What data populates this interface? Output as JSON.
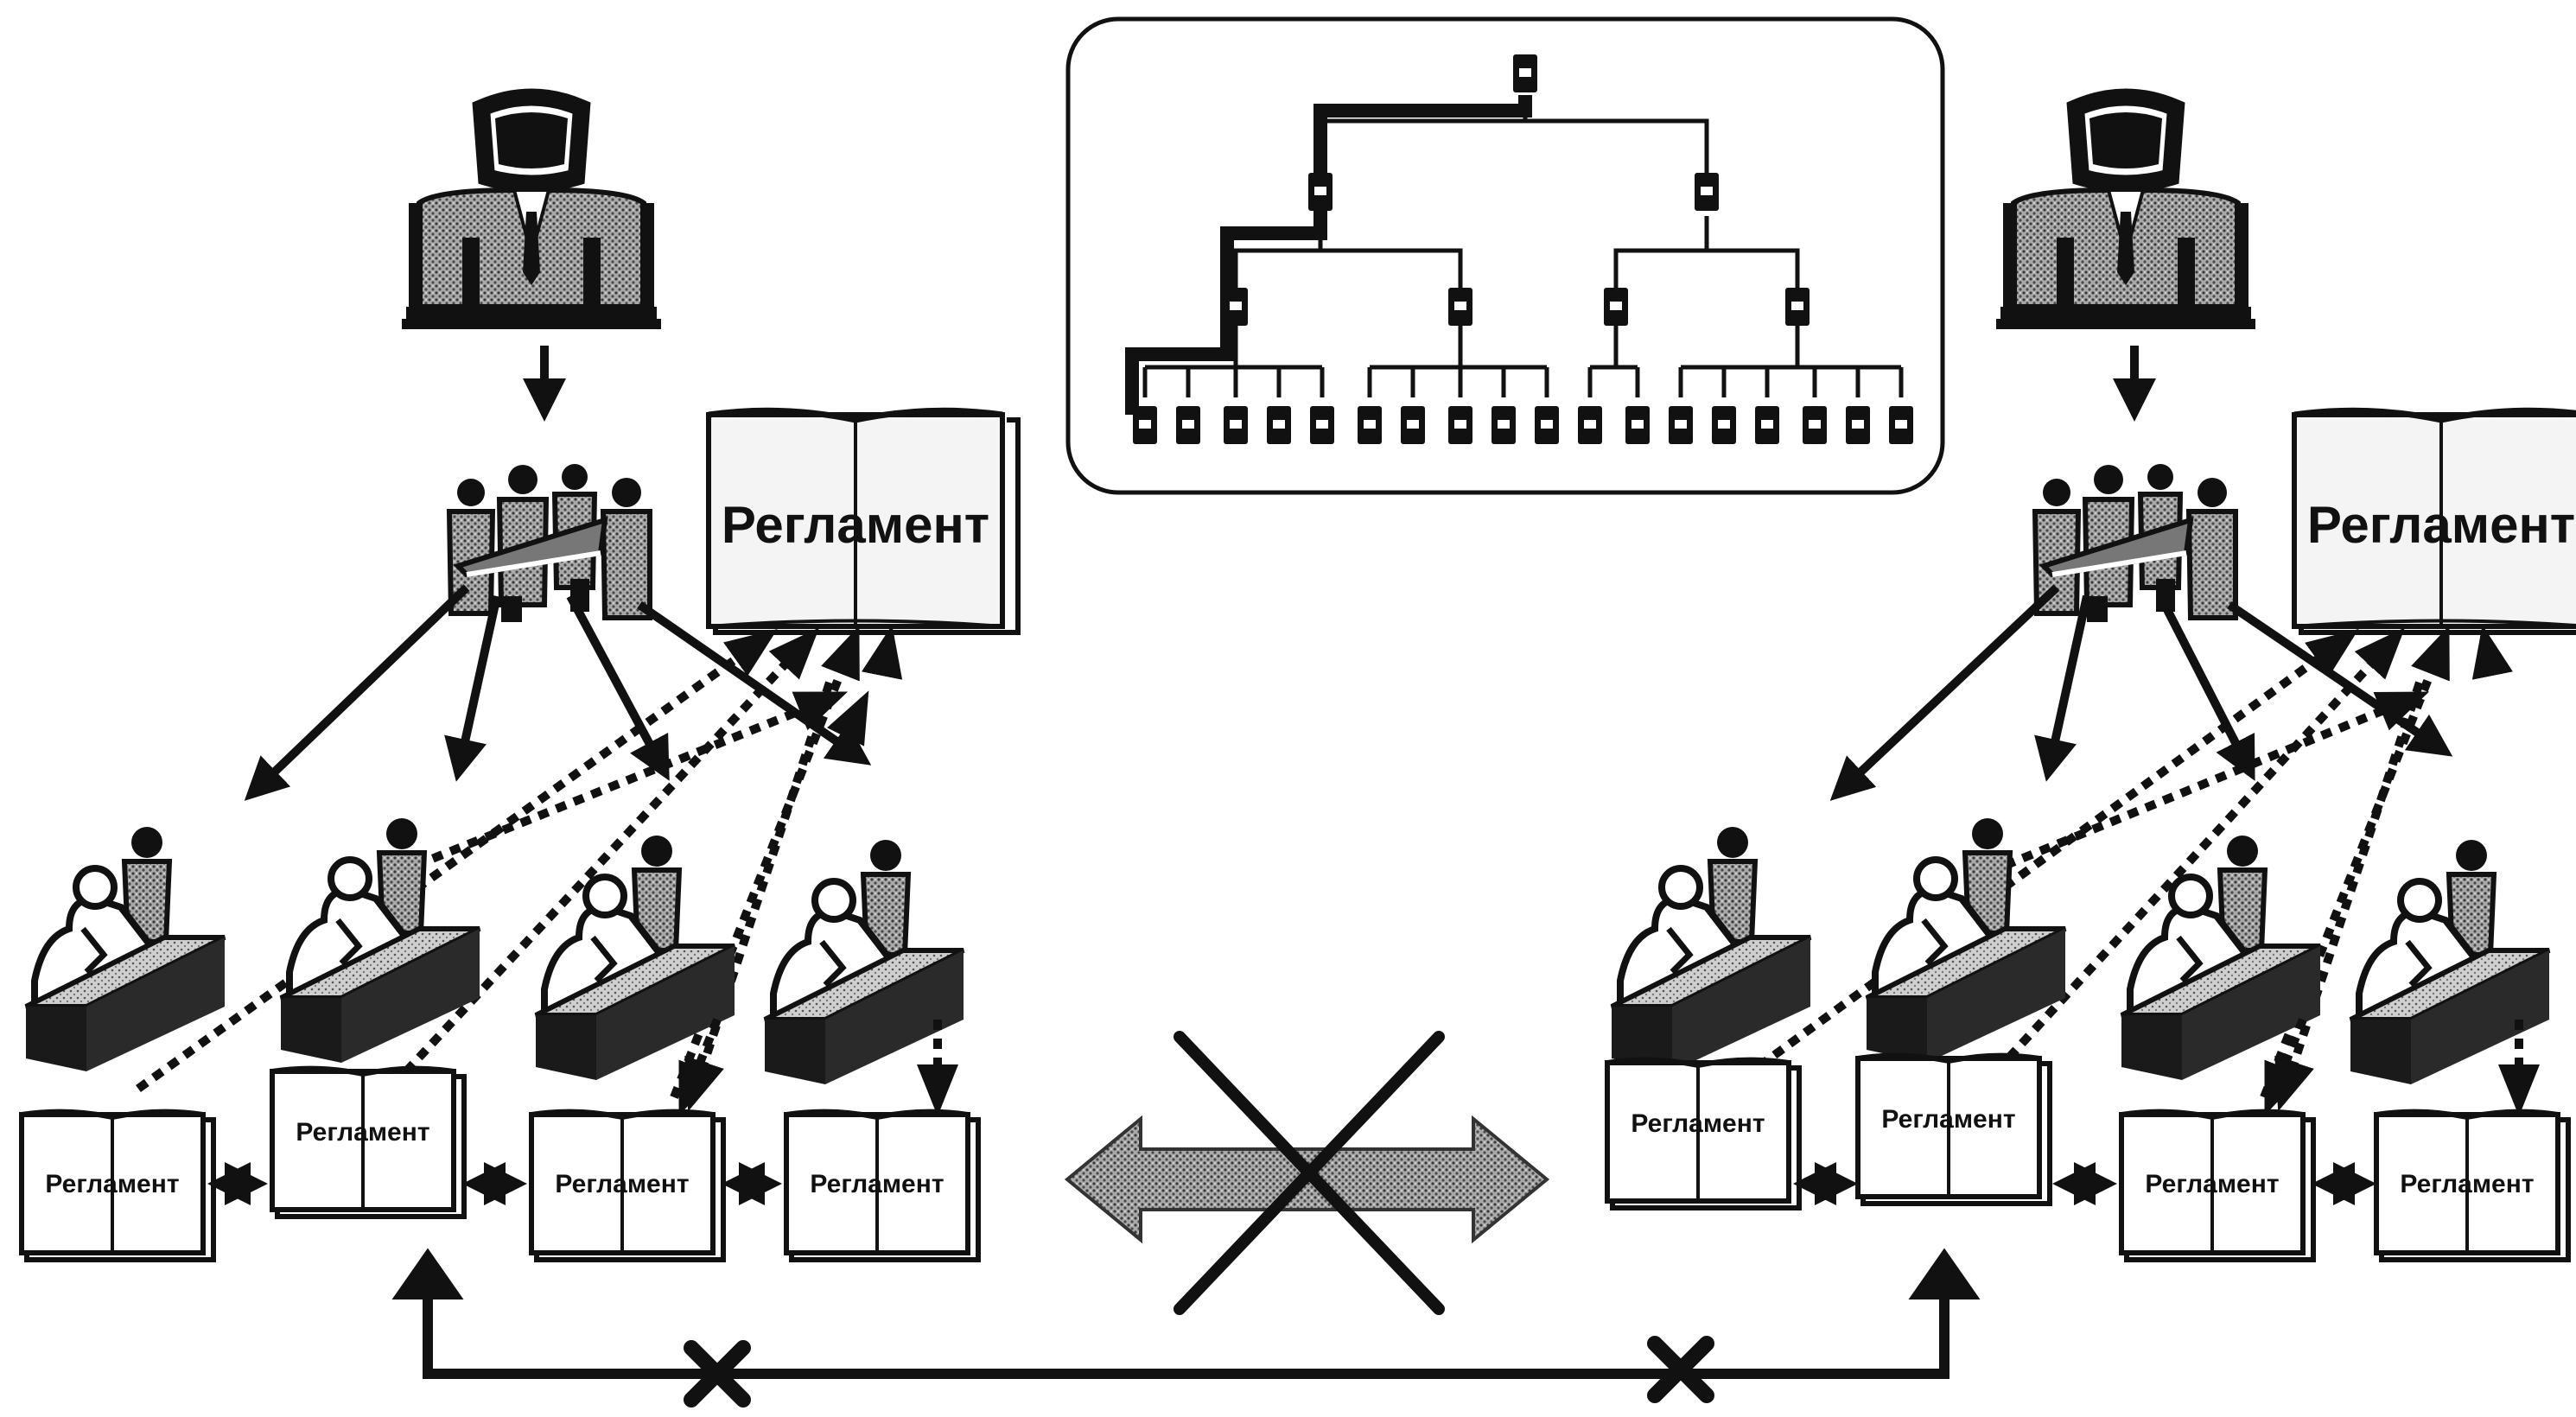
{
  "diagram": {
    "labels": {
      "big_book_left": "Регламент",
      "big_book_right": "Регламент",
      "small_books_left": [
        "Регламент",
        "Регламент",
        "Регламент",
        "Регламент"
      ],
      "small_books_right": [
        "Регламент",
        "Регламент",
        "Регламент",
        "Регламент"
      ]
    },
    "colors": {
      "ink": "#111111",
      "paper": "#ffffff",
      "stipple": "#8c8c8c",
      "broken_link_arrow": "#7a7a7a"
    },
    "hierarchy_chart": {
      "levels": [
        1,
        2,
        4,
        18
      ]
    },
    "icons": [
      "director-icon",
      "management-group-icon",
      "employee-at-desk-icon",
      "regulation-book-icon",
      "org-chart-icon",
      "cross-mark-icon",
      "double-arrow-icon"
    ]
  }
}
